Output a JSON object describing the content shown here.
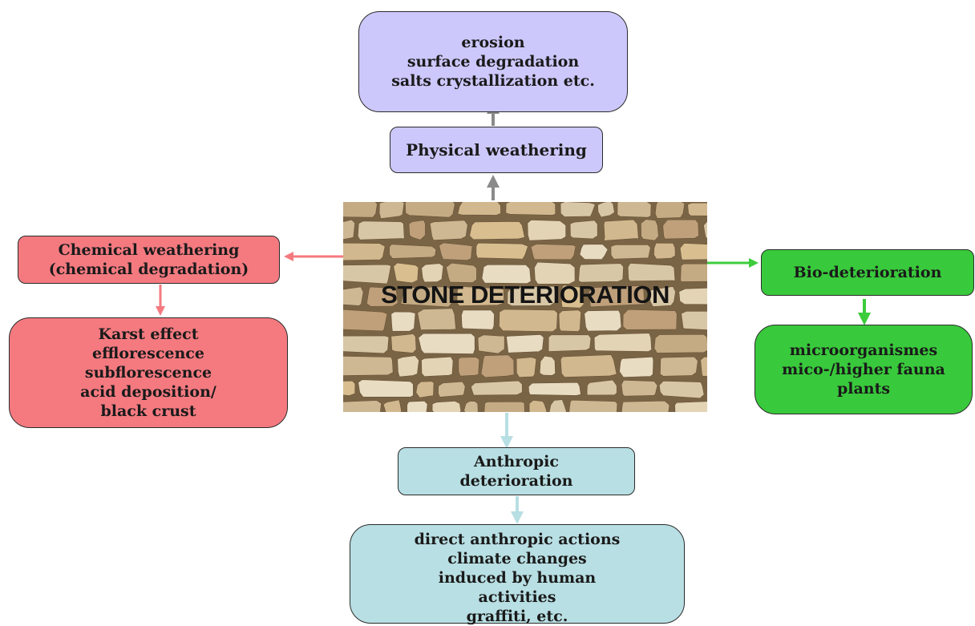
{
  "center": {
    "title": "STONE DETERIORATION"
  },
  "physical": {
    "label": "Physical weathering",
    "effects": [
      "erosion",
      "surface degradation",
      "salts crystallization etc."
    ],
    "color": "#ccc8fb"
  },
  "chemical": {
    "label": [
      "Chemical weathering",
      "(chemical degradation)"
    ],
    "effects": [
      "Karst effect",
      "efflorescence",
      "subflorescence",
      "acid deposition/",
      "black crust"
    ],
    "color": "#f47a80"
  },
  "bio": {
    "label": "Bio-deterioration",
    "effects": [
      "microorganismes",
      "mico-/higher fauna",
      "plants"
    ],
    "color": "#39c93c"
  },
  "anthropic": {
    "label": [
      "Anthropic",
      "deterioration"
    ],
    "effects": [
      "direct anthropic actions",
      "climate changes",
      "induced by human",
      "activities",
      "graffiti, etc."
    ],
    "color": "#b8dfe3"
  }
}
